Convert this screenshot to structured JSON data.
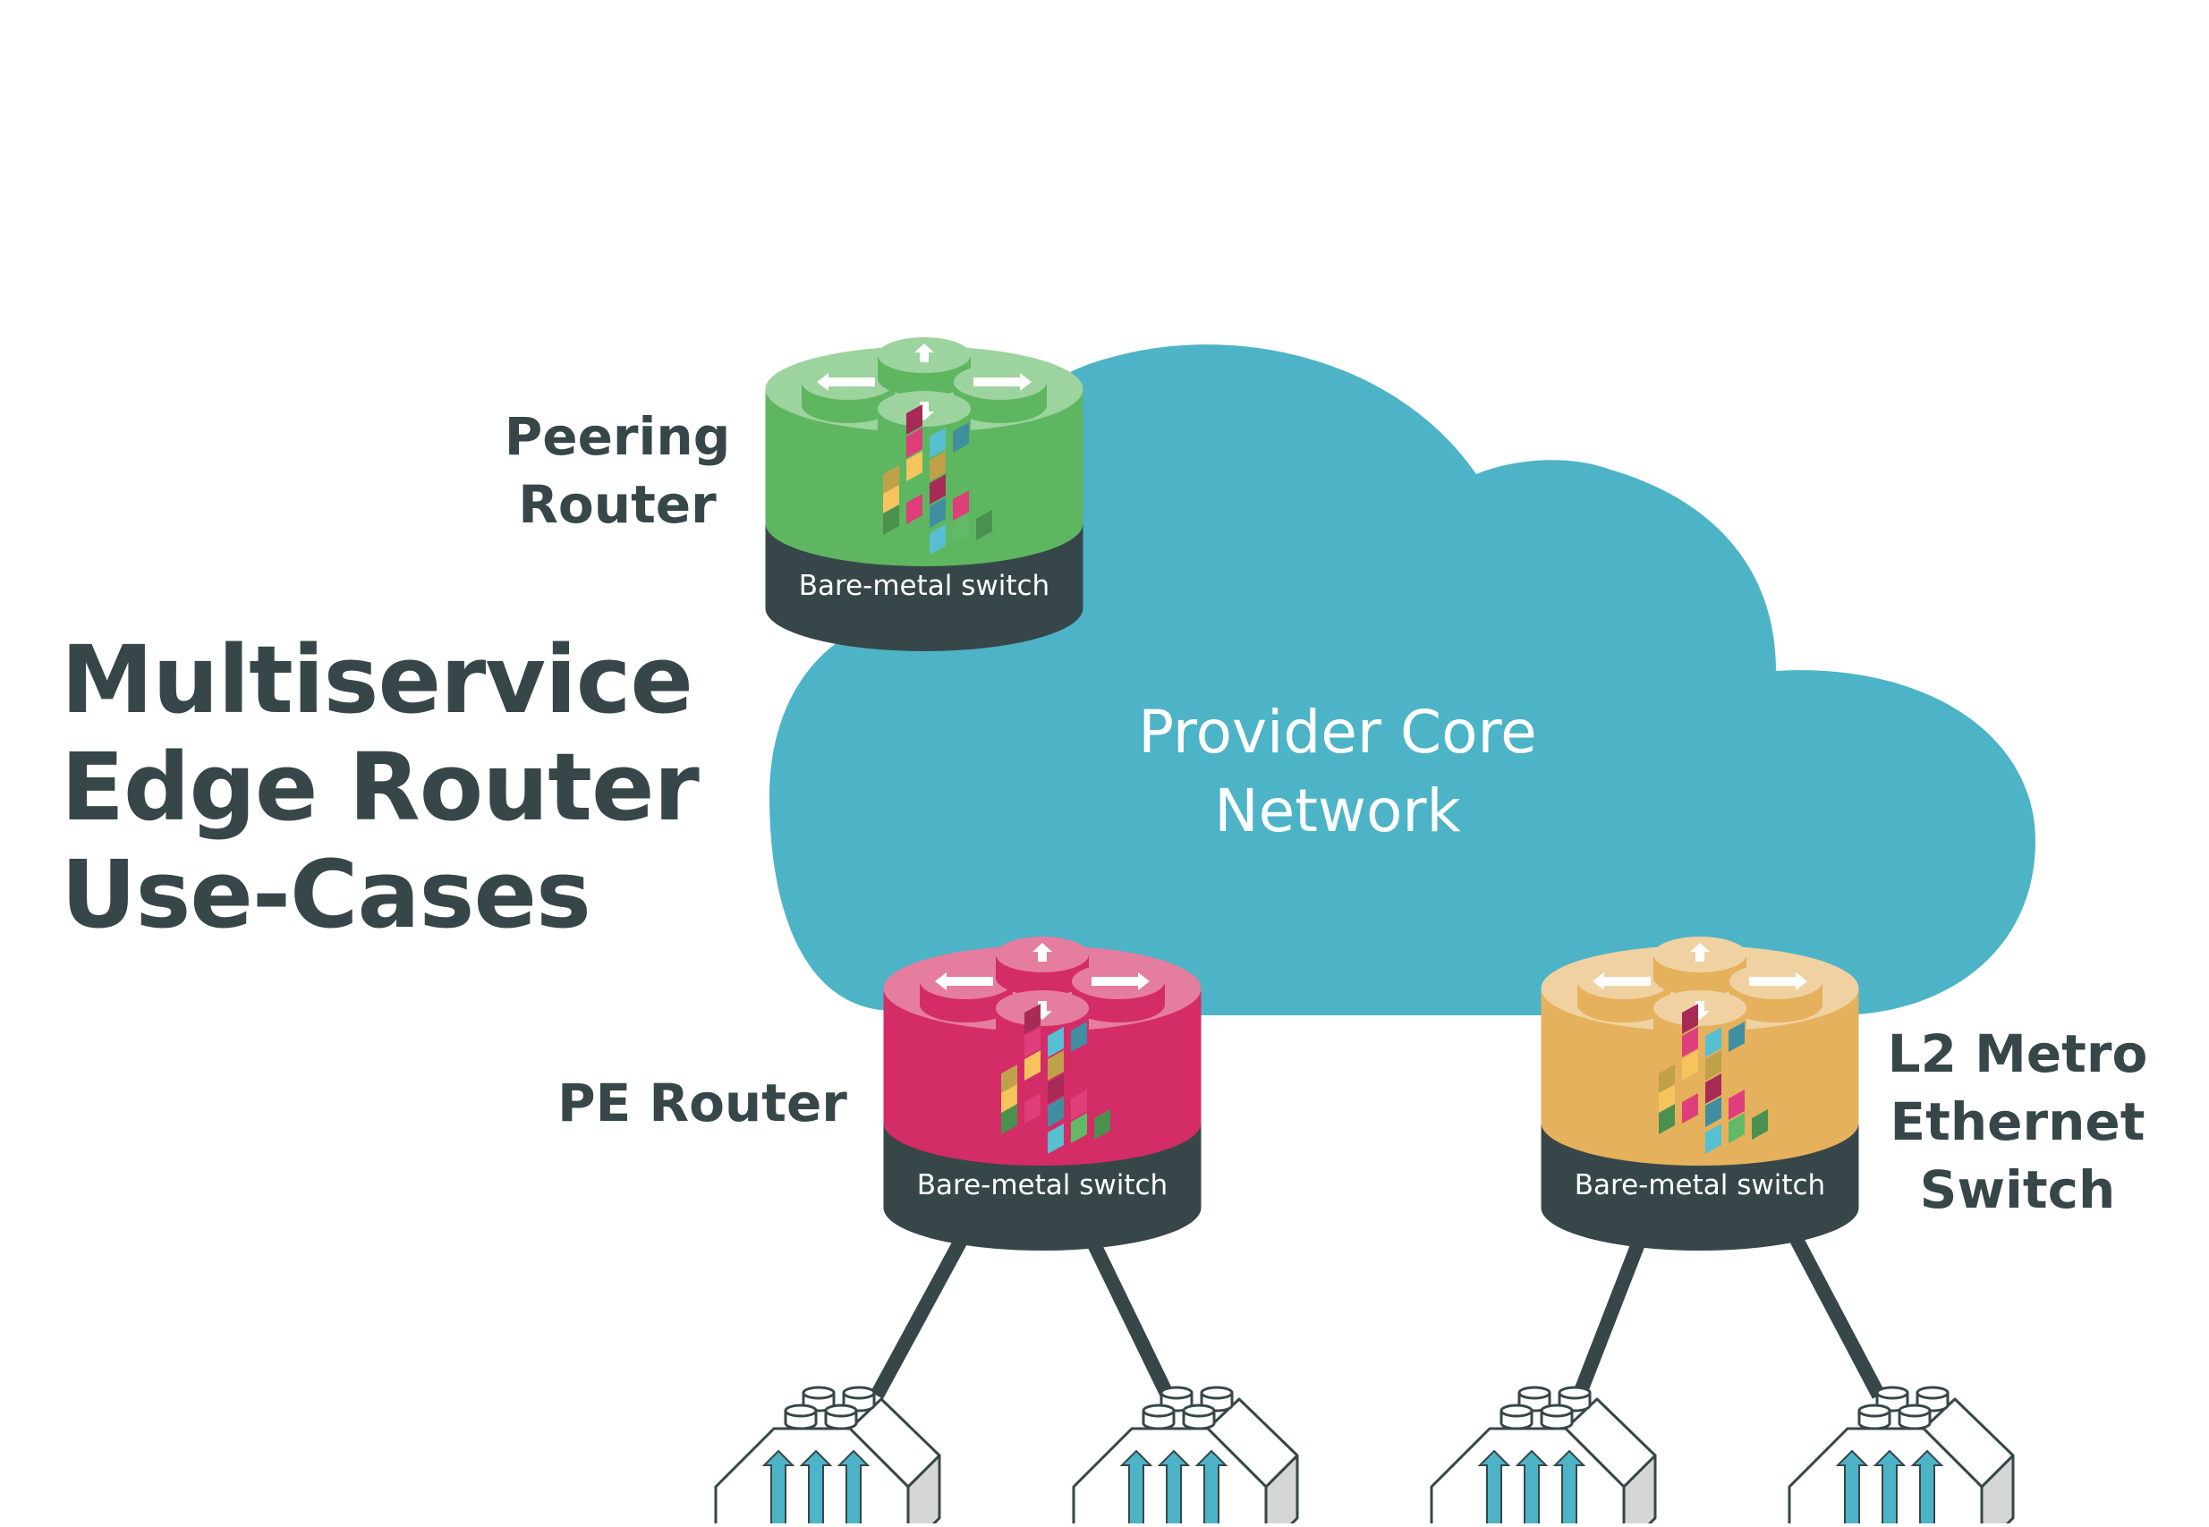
{
  "title": {
    "lines": [
      "Multiservice",
      "Edge Router",
      "Use-Cases"
    ]
  },
  "cloud": {
    "lines": [
      "Provider Core",
      "Network"
    ],
    "color": "#4db3c6"
  },
  "routers": [
    {
      "id": "peering",
      "label_lines": [
        "Peering",
        "Router"
      ],
      "base_label": "Bare-metal switch",
      "color": "#5fb661",
      "top_color": "#9dd39e"
    },
    {
      "id": "pe",
      "label_lines": [
        "PE Router"
      ],
      "base_label": "Bare-metal switch",
      "color": "#d42c66",
      "top_color": "#e57d9f"
    },
    {
      "id": "l2-metro",
      "label_lines": [
        "L2 Metro",
        "Ethernet",
        "Switch"
      ],
      "base_label": "Bare-metal switch",
      "color": "#e5b15c",
      "top_color": "#f0d2a2"
    }
  ],
  "colors": {
    "text_dark": "#374749",
    "base_dark": "#374749",
    "building_side": "#d6d6d6",
    "arrow": "#4db3c6"
  },
  "buildings_count": 4
}
